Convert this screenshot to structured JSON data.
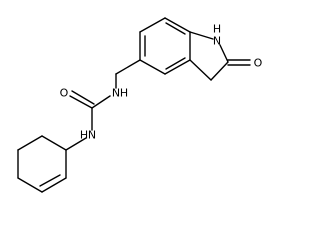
{
  "molecule": {
    "description_labels": {
      "amide_n": "N",
      "amide_h": "H",
      "ketone_o": "O",
      "urea_o": "O",
      "urea_nh_right": "N",
      "urea_nh_right_h": "H",
      "urea_nh_left": "N",
      "urea_nh_left_h": "H"
    },
    "colors": {
      "bond": "#000000",
      "label": "#000000",
      "background": "#ffffff"
    }
  }
}
